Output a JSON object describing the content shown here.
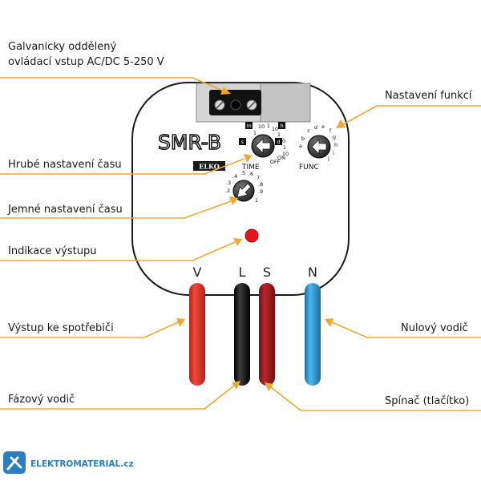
{
  "labels": {
    "control_input": [
      "Galvanicky oddělený",
      "ovládací vstup AC/DC 5-250 V"
    ],
    "function_setting": "Nastavení funkcí",
    "coarse_time": "Hrubé nastavení času",
    "fine_time": "Jemné nastavení času",
    "output_indication": "Indikace výstupu",
    "output_to_load": "Výstup ke spotřebiči",
    "neutral_wire": "Nulový vodič",
    "phase_wire": "Fázový vodič",
    "switch_button": "Spínač (tlačítko)"
  },
  "device": {
    "model": "SMR-B",
    "brand": "ELKO",
    "time_label": "TIME",
    "func_label": "FUNC",
    "range_letters": {
      "m": "m",
      "h": "h",
      "s": "s",
      "d": "d"
    },
    "time_dial_marks": [
      "1",
      "10",
      "1",
      "10",
      "1",
      "10",
      "1",
      "10",
      "ON",
      "OFF"
    ],
    "func_dial_marks": [
      "c",
      "d",
      "e",
      "f",
      "g",
      "h",
      "i",
      "j",
      "a",
      "b"
    ],
    "fine_dial_marks": [
      ".4",
      ".5",
      ".6",
      ".7",
      ".3",
      ".8",
      ".2",
      ".9",
      ".1",
      "1"
    ]
  },
  "wires": [
    {
      "id": "V",
      "label": "V",
      "color": "#e63a2e"
    },
    {
      "id": "L",
      "label": "L",
      "color": "#1c1c1c"
    },
    {
      "id": "S",
      "label": "S",
      "color": "#a61e22"
    },
    {
      "id": "N",
      "label": "N",
      "color": "#2a9fd8"
    }
  ],
  "footer": {
    "site": "ELEKTROMATERIAL.cz"
  },
  "colors": {
    "callout": "#f0a830",
    "led": "#e8131f",
    "logo": "#2a7fc0"
  }
}
